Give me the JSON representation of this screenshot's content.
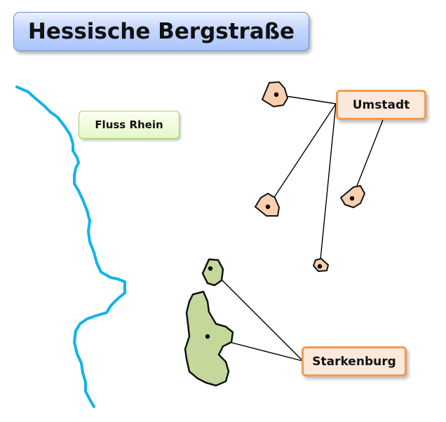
{
  "title": "Hessische Bergstraße",
  "labels": {
    "river": "Fluss Rhein",
    "region_umstadt": "Umstadt",
    "region_starkenburg": "Starkenburg"
  },
  "colors": {
    "river": "#10b4ea",
    "umstadt_fill": "#f8cfaf",
    "starkenburg_fill": "#c4d89c",
    "boundary": "#111111",
    "label_border_orange": "#f39a4d",
    "label_border_green": "#9fd26a",
    "title_fill": "#b5ccfc"
  }
}
